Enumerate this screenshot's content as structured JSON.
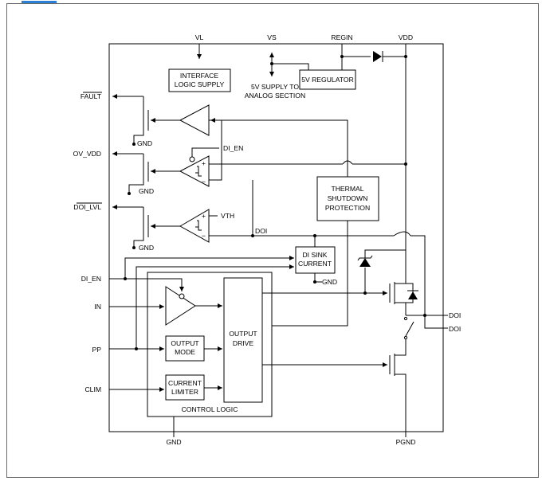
{
  "pins": {
    "vl": "VL",
    "vs": "VS",
    "regin": "REGIN",
    "vdd": "VDD",
    "fault": "FAULT",
    "ov_vdd": "OV_VDD",
    "doi_lvl": "DOI_LVL",
    "di_en": "DI_EN",
    "in": "IN",
    "pp": "PP",
    "clim": "CLIM",
    "gnd": "GND",
    "pgnd": "PGND",
    "doi_1": "DOI",
    "doi_2": "DOI"
  },
  "blocks": {
    "interface_logic_supply": [
      "INTERFACE",
      "LOGIC SUPPLY"
    ],
    "regulator_5v": "5V REGULATOR",
    "supply_to_analog": [
      "5V SUPPLY TO",
      "ANALOG SECTION"
    ],
    "thermal_shutdown": [
      "THERMAL",
      "SHUTDOWN",
      "PROTECTION"
    ],
    "di_sink_current": [
      "DI SINK",
      "CURRENT"
    ],
    "output_drive": [
      "OUTPUT",
      "DRIVE"
    ],
    "output_mode": [
      "OUTPUT",
      "MODE"
    ],
    "current_limiter": [
      "CURRENT",
      "LIMITER"
    ],
    "control_logic": "CONTROL LOGIC"
  },
  "labels": {
    "gnd": "GND",
    "di_en_internal": "DI_EN",
    "vth": "VTH",
    "doi_internal": "DOI",
    "plus": "+",
    "minus": "−"
  }
}
